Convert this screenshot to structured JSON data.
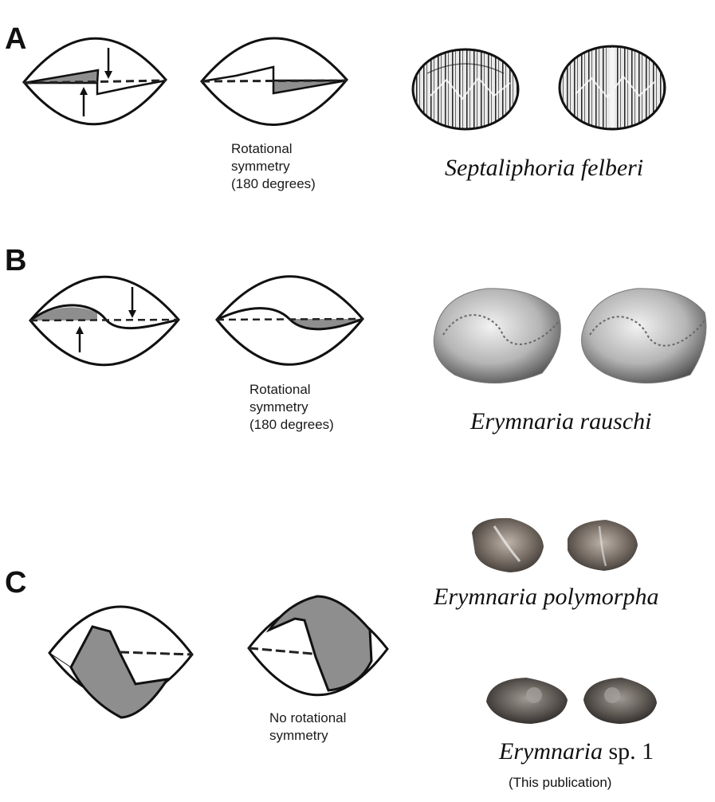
{
  "panels": [
    {
      "letter": "A",
      "caption": [
        "Rotational",
        "symmetry",
        "(180 degrees)"
      ],
      "taxon": "Septaliphoria felberi"
    },
    {
      "letter": "B",
      "caption": [
        "Rotational",
        "symmetry",
        "(180 degrees)"
      ],
      "taxon": "Erymnaria rauschi"
    },
    {
      "letter": "C",
      "caption": [
        "No rotational",
        "symmetry"
      ],
      "taxa": [
        {
          "genus": "Erymnaria polymorpha",
          "suffix": ""
        },
        {
          "genus": "Erymnaria",
          "suffix": " sp. 1"
        }
      ],
      "note": "(This publication)"
    }
  ],
  "colors": {
    "outline": "#111111",
    "fill": "#8e8e8e",
    "dash": "#222222"
  }
}
